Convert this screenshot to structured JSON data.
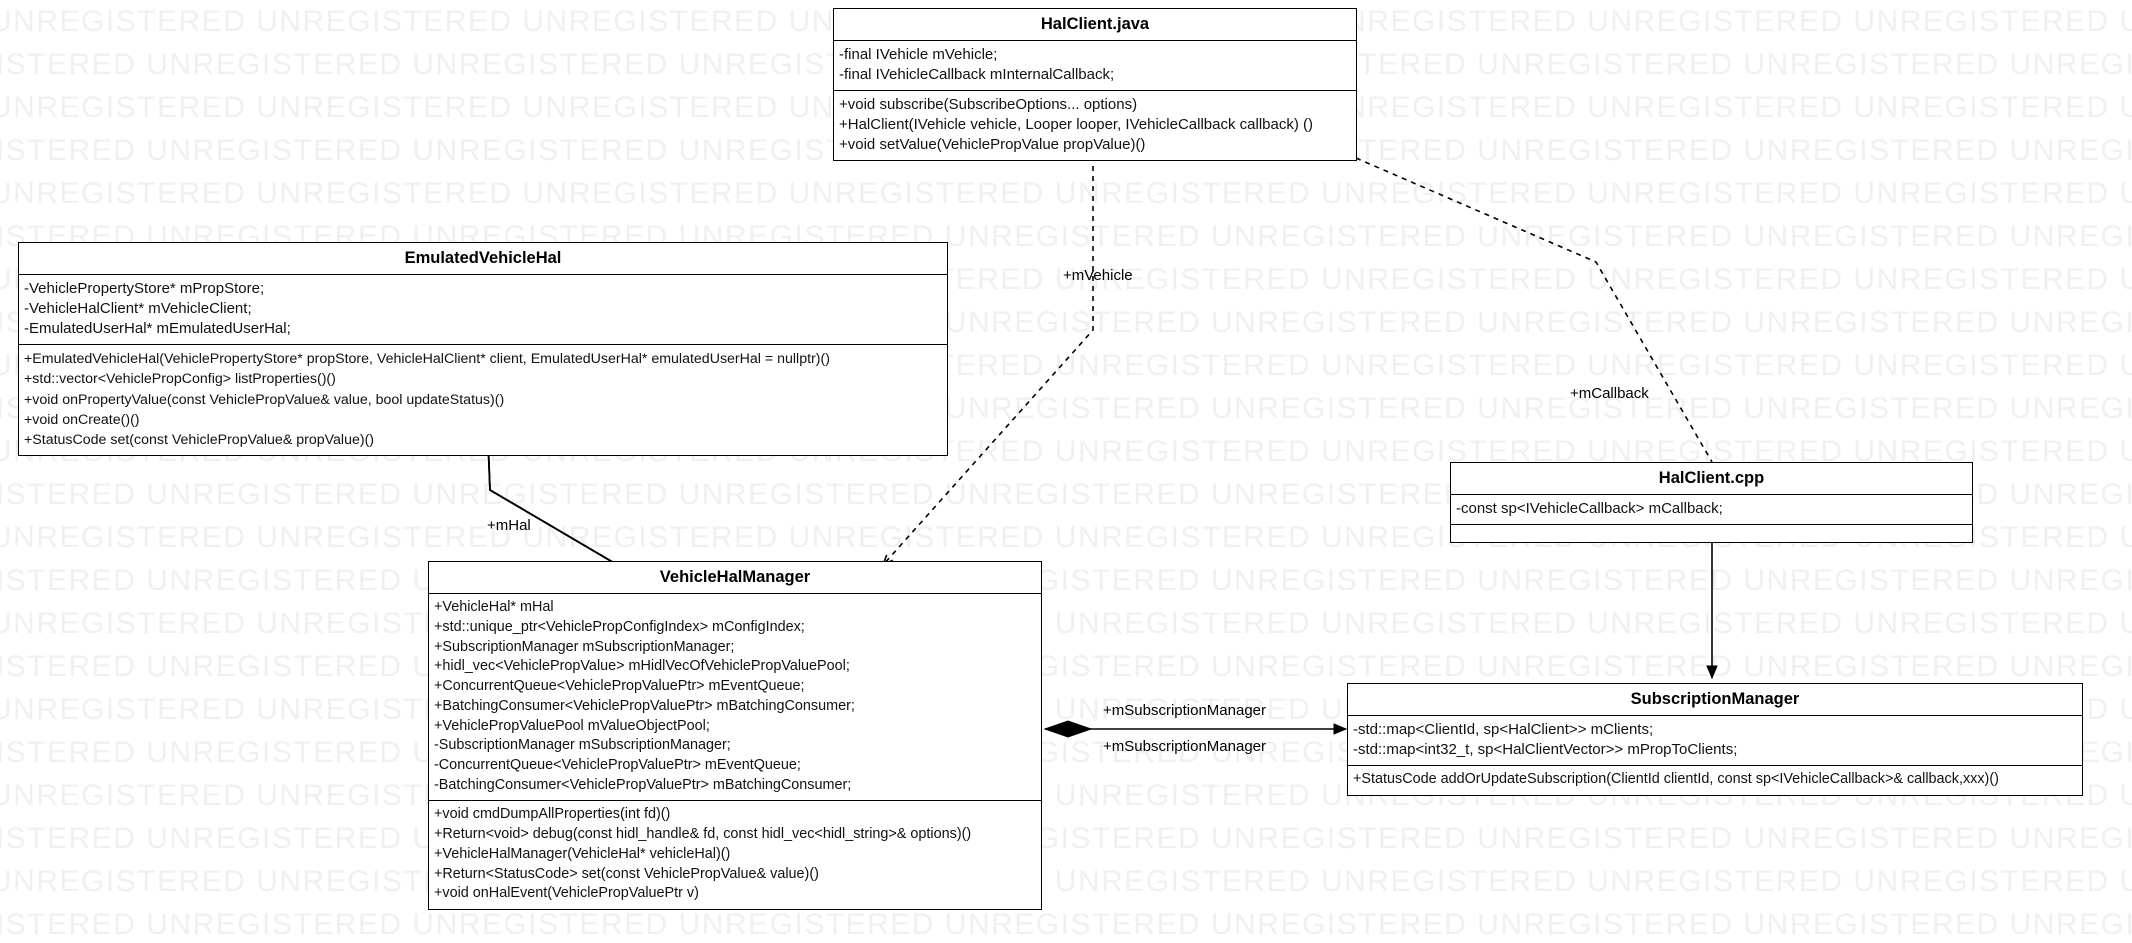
{
  "diagram": {
    "type": "uml-class-diagram",
    "watermark_text": "UNREGISTERED"
  },
  "classes": {
    "hal_client_java": {
      "name": "HalClient.java",
      "attributes": [
        "-final IVehicle mVehicle;",
        "-final IVehicleCallback mInternalCallback;"
      ],
      "methods": [
        "+void subscribe(SubscribeOptions... options)",
        "+HalClient(IVehicle vehicle, Looper looper, IVehicleCallback callback) ()",
        "+void setValue(VehiclePropValue propValue)()"
      ]
    },
    "emulated_vehicle_hal": {
      "name": "EmulatedVehicleHal",
      "attributes": [
        "-VehiclePropertyStore* mPropStore;",
        "-VehicleHalClient* mVehicleClient;",
        "-EmulatedUserHal* mEmulatedUserHal;"
      ],
      "methods": [
        "+EmulatedVehicleHal(VehiclePropertyStore* propStore, VehicleHalClient* client, EmulatedUserHal* emulatedUserHal = nullptr)()",
        "+std::vector<VehiclePropConfig>  listProperties()()",
        "+void onPropertyValue(const VehiclePropValue& value, bool updateStatus)()",
        "+void onCreate()()",
        "+StatusCode set(const VehiclePropValue& propValue)()"
      ]
    },
    "vehicle_hal_manager": {
      "name": "VehicleHalManager",
      "attributes": [
        "+VehicleHal* mHal",
        "+std::unique_ptr<VehiclePropConfigIndex> mConfigIndex;",
        "+SubscriptionManager mSubscriptionManager;",
        "+hidl_vec<VehiclePropValue> mHidlVecOfVehiclePropValuePool;",
        "+ConcurrentQueue<VehiclePropValuePtr> mEventQueue;",
        "+BatchingConsumer<VehiclePropValuePtr> mBatchingConsumer;",
        "+VehiclePropValuePool mValueObjectPool;",
        "-SubscriptionManager mSubscriptionManager;",
        "-ConcurrentQueue<VehiclePropValuePtr> mEventQueue;",
        "-BatchingConsumer<VehiclePropValuePtr> mBatchingConsumer;"
      ],
      "methods": [
        "+void cmdDumpAllProperties(int fd)()",
        "+Return<void> debug(const hidl_handle& fd, const hidl_vec<hidl_string>& options)()",
        "+VehicleHalManager(VehicleHal* vehicleHal)()",
        "+Return<StatusCode> set(const VehiclePropValue& value)()",
        "+void onHalEvent(VehiclePropValuePtr v)"
      ]
    },
    "hal_client_cpp": {
      "name": "HalClient.cpp",
      "attributes": [
        "-const sp<IVehicleCallback> mCallback;"
      ],
      "methods": []
    },
    "subscription_manager": {
      "name": "SubscriptionManager",
      "attributes": [
        "-std::map<ClientId, sp<HalClient>> mClients;",
        "-std::map<int32_t, sp<HalClientVector>> mPropToClients;"
      ],
      "methods": [
        "+StatusCode addOrUpdateSubscription(ClientId clientId, const sp<IVehicleCallback>& callback,xxx)()"
      ]
    }
  },
  "edges": [
    {
      "id": "mvehicle",
      "label": "+mVehicle"
    },
    {
      "id": "mcallback",
      "label": "+mCallback"
    },
    {
      "id": "mhal",
      "label": "+mHal"
    },
    {
      "id": "msubmgr_top",
      "label": "+mSubscriptionManager"
    },
    {
      "id": "msubmgr_bottom",
      "label": "+mSubscriptionManager"
    }
  ],
  "colors": {
    "stroke": "#000000",
    "background": "#ffffff",
    "watermark": "#f0f0f0"
  }
}
